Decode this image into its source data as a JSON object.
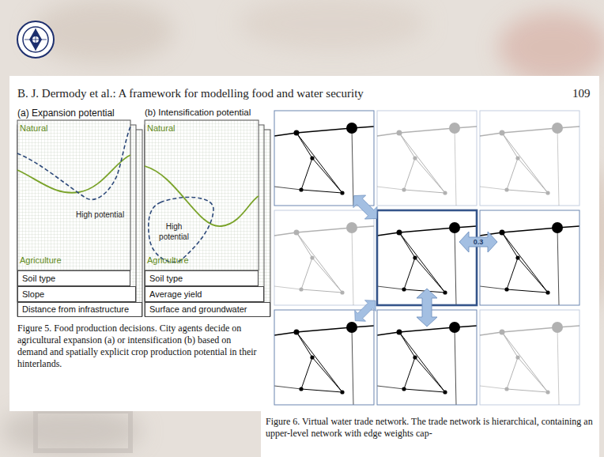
{
  "diagram": {
    "title": "B. J. Dermody et al.: A framework for modelling food and water security",
    "nodes": [
      {
        "text": [
          "(a) Expansion potential",
          "Natural",
          "High potential",
          "Agriculture"
        ]
      },
      {
        "text": [
          "Soil type"
        ]
      },
      {
        "text": [
          "Slope"
        ]
      },
      {
        "text": [
          "Distance from infrastructure"
        ]
      },
      {
        "text": [
          "(b) Intensification potential",
          "Natural",
          "High potential",
          "Agriculture"
        ]
      },
      {
        "text": [
          "Soil type"
        ]
      },
      {
        "text": [
          "Average yield"
        ]
      },
      {
        "text": [
          "Surface and groundwater"
        ]
      }
    ],
    "labels": [
      "109",
      "Figure 5. Food production decisions. City agents decide on agricultural expansion (a) or intensification (b) based on demand and spatially explicit crop production potential in their hinterlands.",
      "0.3",
      "Figure 6. Virtual water trade network. The trade network is hierarchical, containing an upper-level network with edge weights cap-"
    ]
  }
}
